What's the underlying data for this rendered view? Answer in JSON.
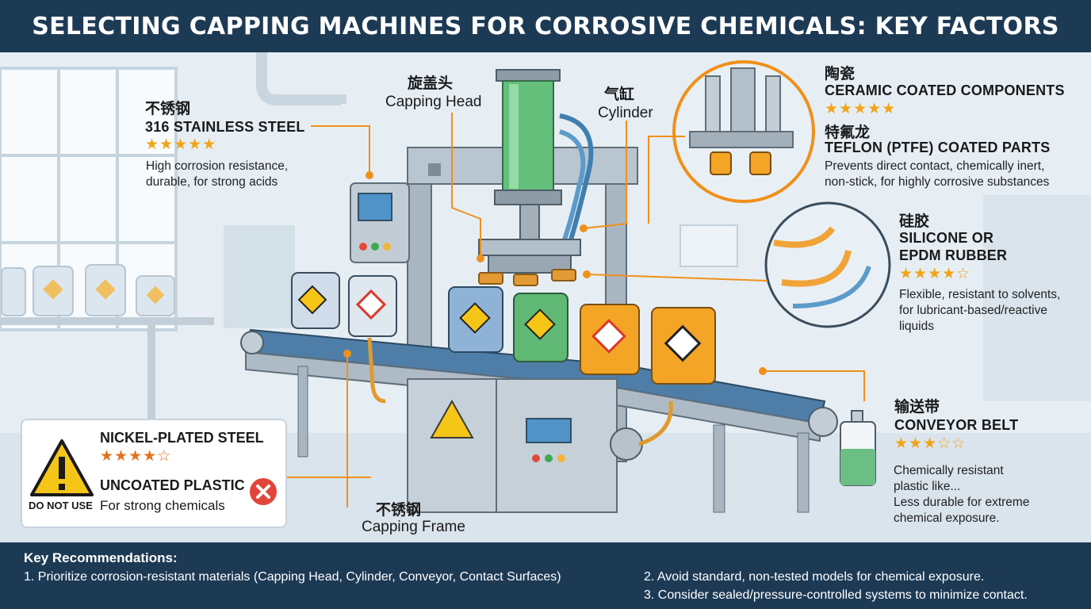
{
  "header": {
    "title": "SELECTING CAPPING MACHINES FOR CORROSIVE CHEMICALS: KEY FACTORS"
  },
  "labels": {
    "steel_zh": "不锈钢",
    "steel_en": "316 STAINLESS STEEL",
    "steel_rating": "★★★★★",
    "steel_desc1": "High corrosion resistance,",
    "steel_desc2": "durable, for strong acids",
    "head_zh": "旋盖头",
    "head_en": "Capping Head",
    "cyl_zh": "气缸",
    "cyl_en": "Cylinder",
    "ceramic_zh": "陶瓷",
    "ceramic_en": "CERAMIC COATED COMPONENTS",
    "ceramic_rating": "★★★★★",
    "teflon_zh": "特氟龙",
    "teflon_en": "TEFLON (PTFE) COATED PARTS",
    "teflon_desc1": "Prevents direct contact, chemically inert,",
    "teflon_desc2": "non-stick, for highly corrosive substances",
    "sil_zh": "硅胶",
    "sil_en1": "SILICONE OR",
    "sil_en2": "EPDM RUBBER",
    "sil_rating": "★★★★☆",
    "sil_desc1": "Flexible, resistant to solvents,",
    "sil_desc2": "for lubricant-based/reactive",
    "sil_desc3": "liquids",
    "conv_zh": "输送带",
    "conv_en": "CONVEYOR BELT",
    "conv_rating": "★★★☆☆",
    "conv_desc1": "Chemically resistant",
    "conv_desc2": "plastic like...",
    "conv_desc3": "Less durable for extreme",
    "conv_desc4": "chemical exposure.",
    "frame_zh": "不锈钢",
    "frame_en": "Capping Frame"
  },
  "warning": {
    "nickel": "NICKEL-PLATED STEEL",
    "nickel_rating": "★★★★☆",
    "plastic": "UNCOATED PLASTIC",
    "plastic_desc": "For strong chemicals",
    "do_not_use": "DO NOT USE"
  },
  "footer": {
    "title": "Key Recommendations:",
    "rec1": "1. Prioritize corrosion-resistant materials (Capping Head, Cylinder, Conveyor, Contact Surfaces)",
    "rec2": "2. Avoid standard, non-tested models for chemical exposure.",
    "rec3": "3. Consider sealed/pressure-controlled systems to minimize contact."
  },
  "colors": {
    "navy": "#1d3a55",
    "leader": "#f0901a",
    "star": "#f2a416",
    "hazard": "#f5c518"
  }
}
